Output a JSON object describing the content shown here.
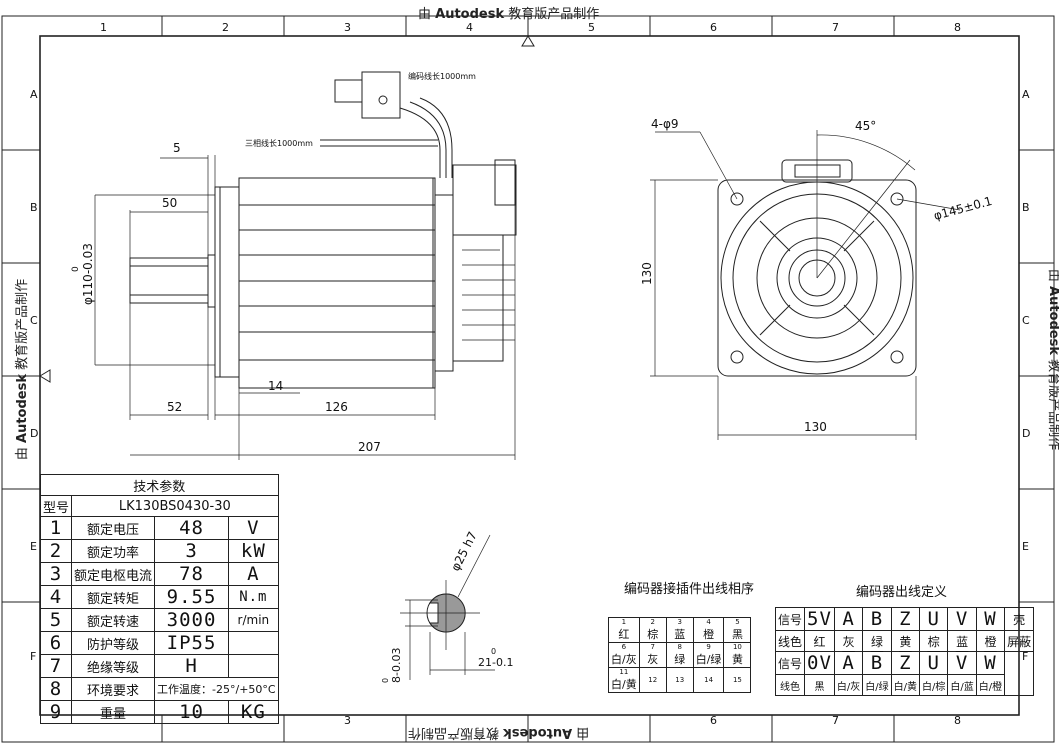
{
  "watermark": {
    "prefix": "由",
    "brand": "Autodesk",
    "suffix": "教育版产品制作"
  },
  "grid": {
    "cols": [
      "1",
      "2",
      "3",
      "4",
      "5",
      "6",
      "7",
      "8"
    ],
    "rows": [
      "A",
      "B",
      "C",
      "D",
      "E",
      "F"
    ]
  },
  "side_view": {
    "enc_cable": "编码线长1000mm",
    "pwr_cable": "三相线长1000mm",
    "dim_5": "5",
    "dim_50": "50",
    "dim_phi": "φ110-0.03",
    "dim_phi_up": "0",
    "dim_14": "14",
    "dim_52": "52",
    "dim_126": "126",
    "dim_207": "207"
  },
  "front_view": {
    "holes": "4-φ9",
    "angle": "45°",
    "pcd": "φ145±0.1",
    "dim_130_v": "130",
    "dim_130_h": "130"
  },
  "shaft_section": {
    "dia": "φ25 h7",
    "key_w": "8-0.03",
    "key_w_up": "0",
    "depth": "21-0.1",
    "depth_up": "0"
  },
  "spec_table": {
    "title": "技术参数",
    "model_label": "型号",
    "model_value": "LK130BS0430-30",
    "rows": [
      {
        "n": "1",
        "name": "额定电压",
        "val": "48",
        "unit": "V"
      },
      {
        "n": "2",
        "name": "额定功率",
        "val": "3",
        "unit": "kW"
      },
      {
        "n": "3",
        "name": "额定电枢电流",
        "val": "78",
        "unit": "A"
      },
      {
        "n": "4",
        "name": "额定转矩",
        "val": "9.55",
        "unit": "N.m"
      },
      {
        "n": "5",
        "name": "额定转速",
        "val": "3000",
        "unit": "r/min"
      },
      {
        "n": "6",
        "name": "防护等级",
        "val": "IP55",
        "unit": ""
      },
      {
        "n": "7",
        "name": "绝缘等级",
        "val": "H",
        "unit": ""
      },
      {
        "n": "8",
        "name": "环境要求",
        "val": "工作温度：-25°/+50°C",
        "unit": ""
      },
      {
        "n": "9",
        "name": "重量",
        "val": "10",
        "unit": "KG"
      }
    ]
  },
  "connector": {
    "title": "编码器接插件出线相序",
    "row1": [
      {
        "n": "1",
        "c": "红"
      },
      {
        "n": "2",
        "c": "棕"
      },
      {
        "n": "3",
        "c": "蓝"
      },
      {
        "n": "4",
        "c": "橙"
      },
      {
        "n": "5",
        "c": "黑"
      }
    ],
    "row2": [
      {
        "n": "6",
        "c": "白/灰"
      },
      {
        "n": "7",
        "c": "灰"
      },
      {
        "n": "8",
        "c": "绿"
      },
      {
        "n": "9",
        "c": "白/绿"
      },
      {
        "n": "10",
        "c": "黄"
      }
    ],
    "row3": [
      {
        "n": "11",
        "c": "白/黄"
      },
      {
        "n": "12",
        "c": ""
      },
      {
        "n": "13",
        "c": ""
      },
      {
        "n": "14",
        "c": ""
      },
      {
        "n": "15",
        "c": ""
      }
    ]
  },
  "encoder_def": {
    "title": "编码器出线定义",
    "r1": [
      "信号",
      "5V",
      "A",
      "B",
      "Z",
      "U",
      "V",
      "W",
      "壳"
    ],
    "r2": [
      "线色",
      "红",
      "灰",
      "绿",
      "黄",
      "棕",
      "蓝",
      "橙",
      "屏蔽"
    ],
    "r3": [
      "信号",
      "0V",
      "A",
      "B",
      "Z",
      "U",
      "V",
      "W"
    ],
    "r4": [
      "线色",
      "黑",
      "白/灰",
      "白/绿",
      "白/黄",
      "白/棕",
      "白/蓝",
      "白/橙"
    ]
  }
}
